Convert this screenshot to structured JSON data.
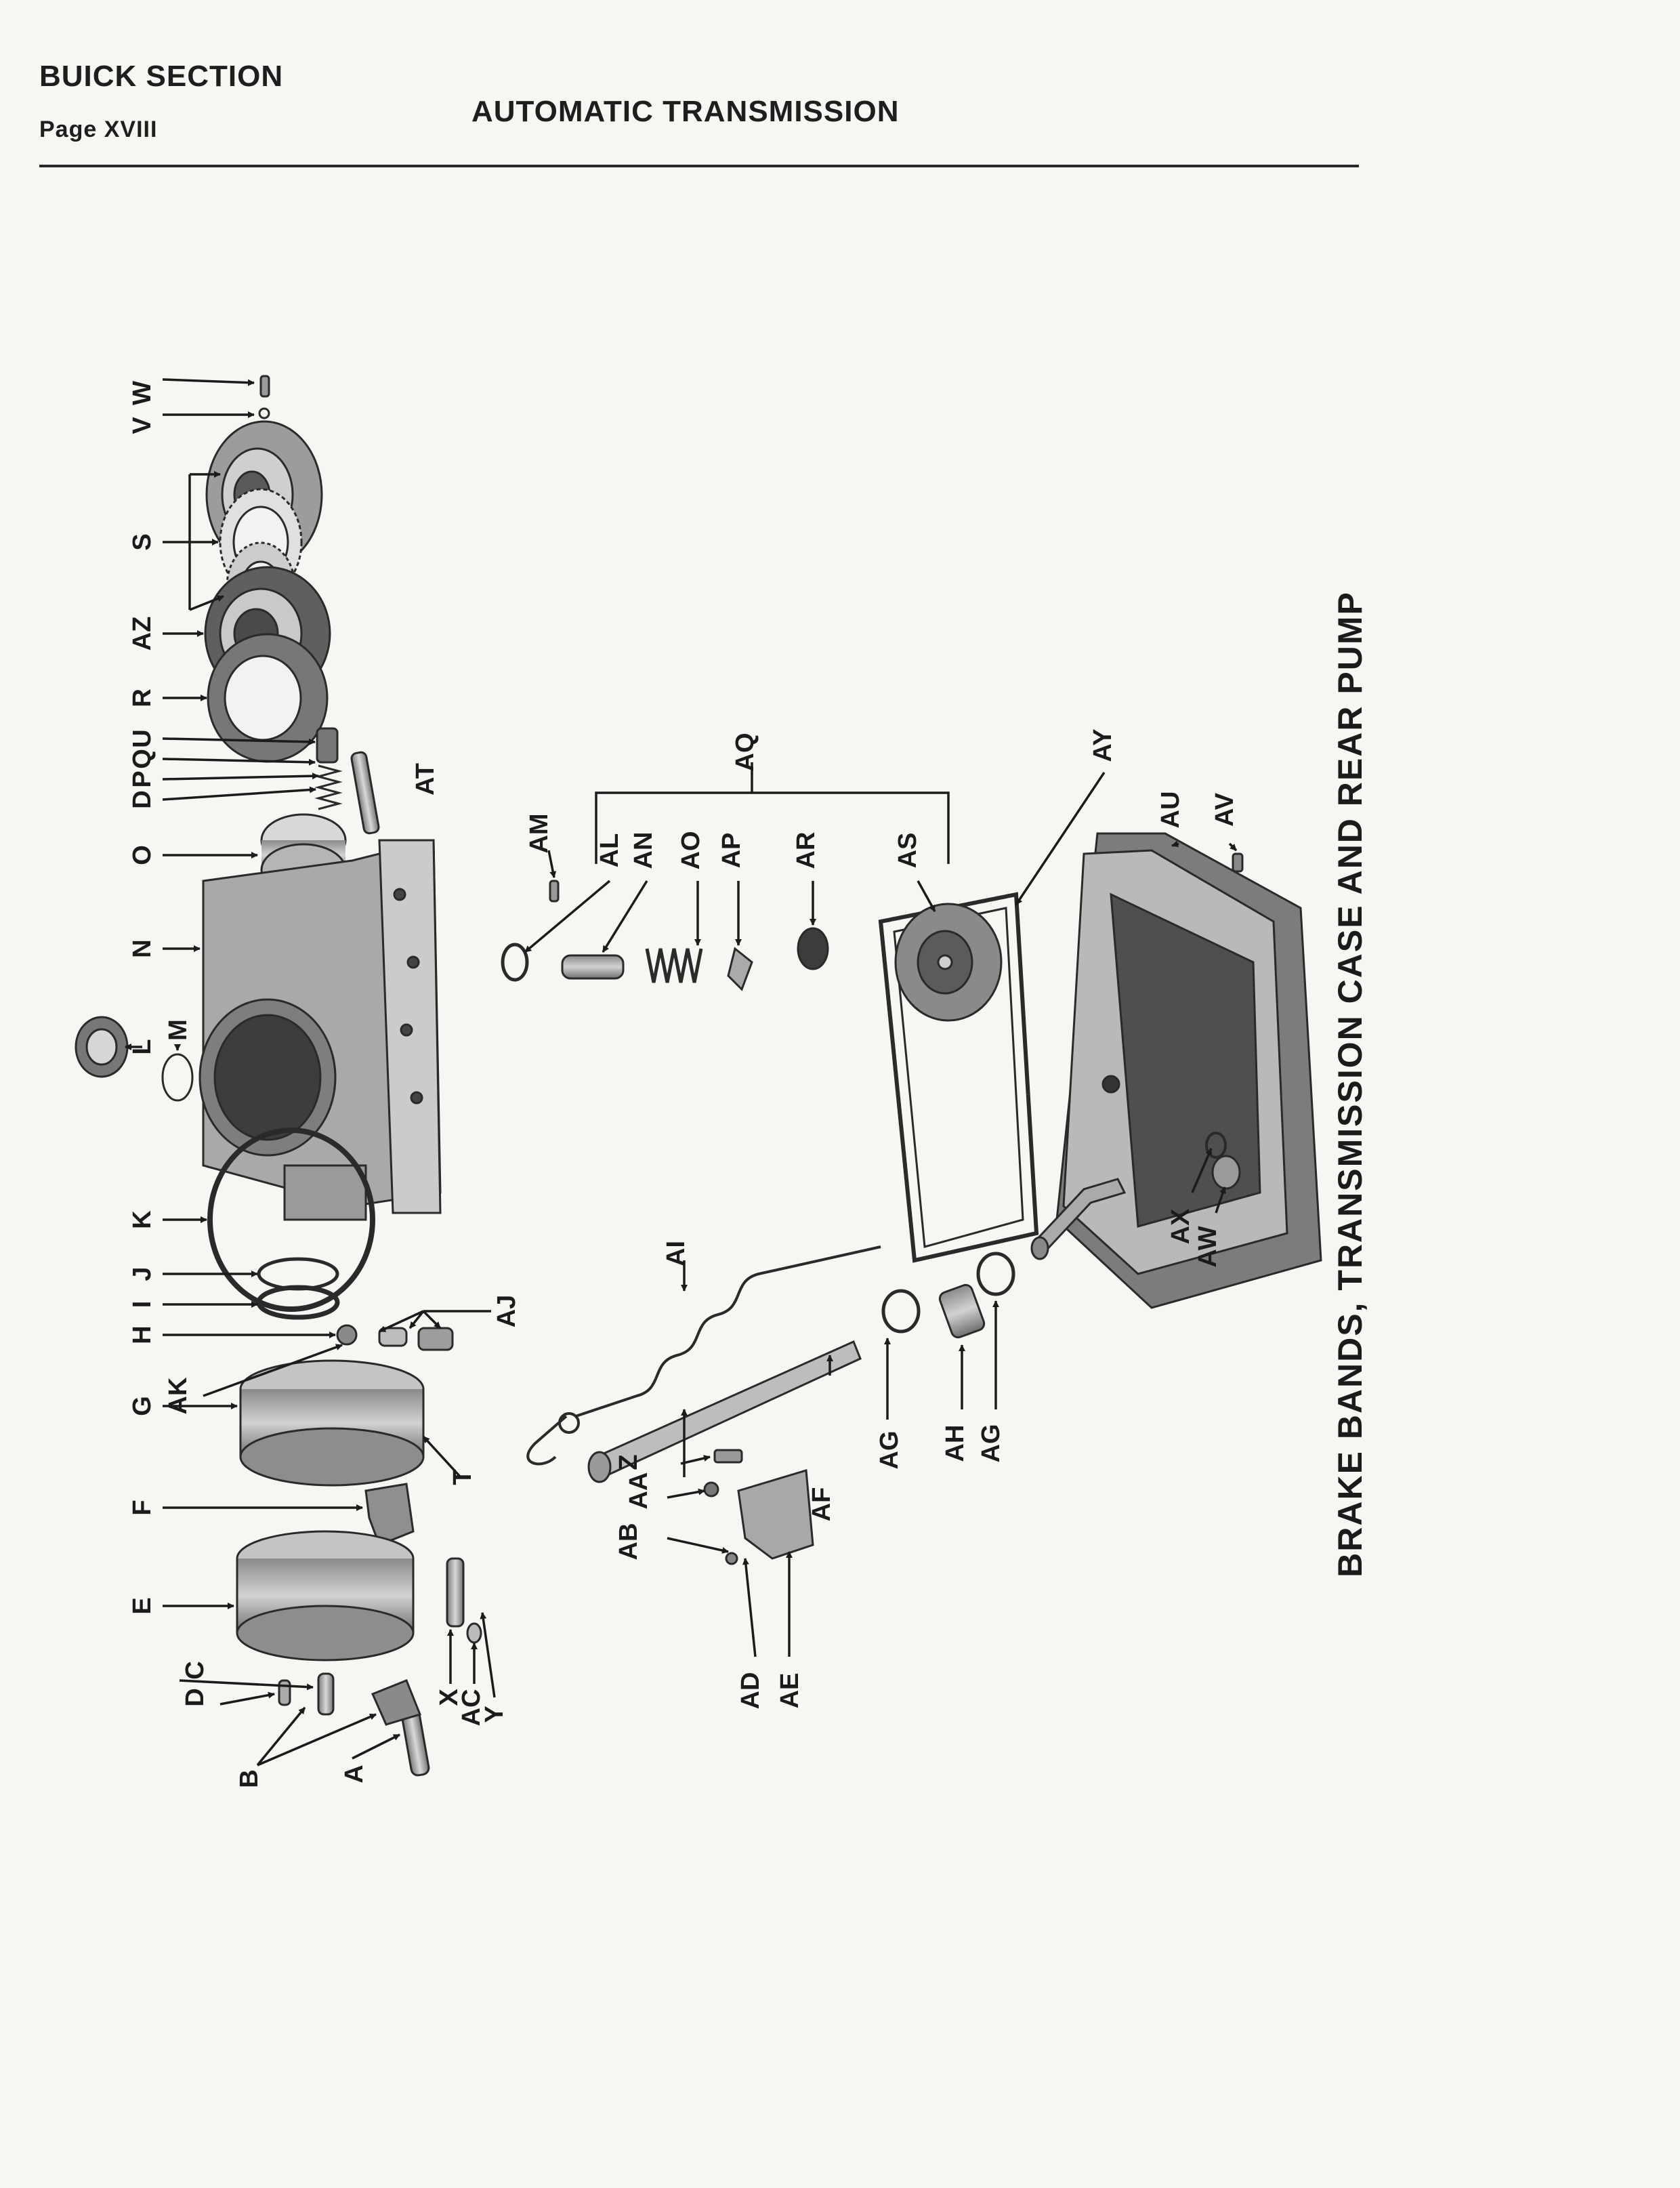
{
  "header": {
    "section": "BUICK SECTION",
    "page": "Page XVIII",
    "title": "AUTOMATIC TRANSMISSION"
  },
  "figure": {
    "caption": "BRAKE BANDS, TRANSMISSION CASE AND REAR PUMP"
  },
  "callouts": {
    "A": "A",
    "B": "B",
    "C": "C",
    "D": "D",
    "E": "E",
    "F": "F",
    "G": "G",
    "H": "H",
    "I": "I",
    "J": "J",
    "K": "K",
    "L": "L",
    "M": "M",
    "N": "N",
    "O": "O",
    "P": "P",
    "Q": "Q",
    "R": "R",
    "S": "S",
    "T": "T",
    "U": "U",
    "V": "V",
    "W": "W",
    "X": "X",
    "Y": "Y",
    "Z": "Z",
    "AA": "AA",
    "AB": "AB",
    "AC": "AC",
    "AD": "AD",
    "AE": "AE",
    "AF": "AF",
    "AG": "AG",
    "AH": "AH",
    "AI": "AI",
    "AJ": "AJ",
    "AK": "AK",
    "AL": "AL",
    "AM": "AM",
    "AN": "AN",
    "AO": "AO",
    "AP": "AP",
    "AQ": "AQ",
    "AR": "AR",
    "AS": "AS",
    "AT": "AT",
    "AU": "AU",
    "AV": "AV",
    "AW": "AW",
    "AX": "AX",
    "AY": "AY",
    "AZ": "AZ"
  }
}
